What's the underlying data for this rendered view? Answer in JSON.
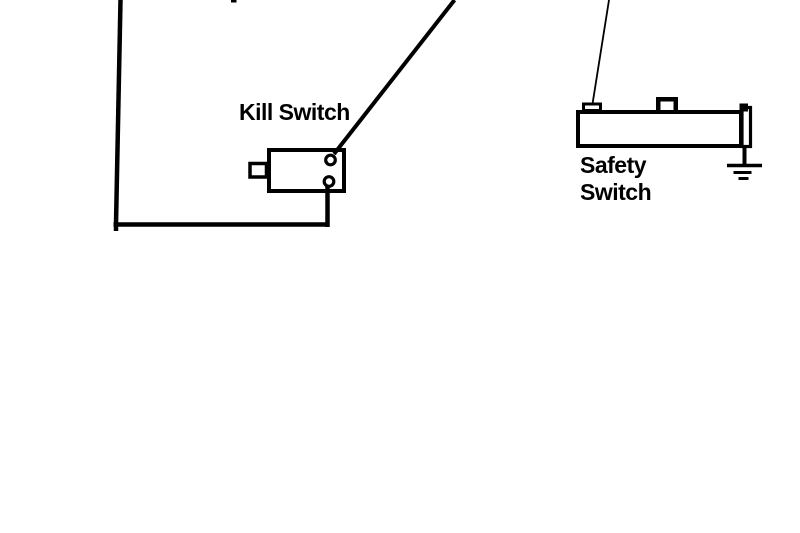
{
  "diagram": {
    "background_color": "#ffffff",
    "stroke_color": "#000000",
    "labels": {
      "kill_switch": "Kill Switch",
      "safety_switch_line1": "Safety",
      "safety_switch_line2": "Switch"
    }
  }
}
